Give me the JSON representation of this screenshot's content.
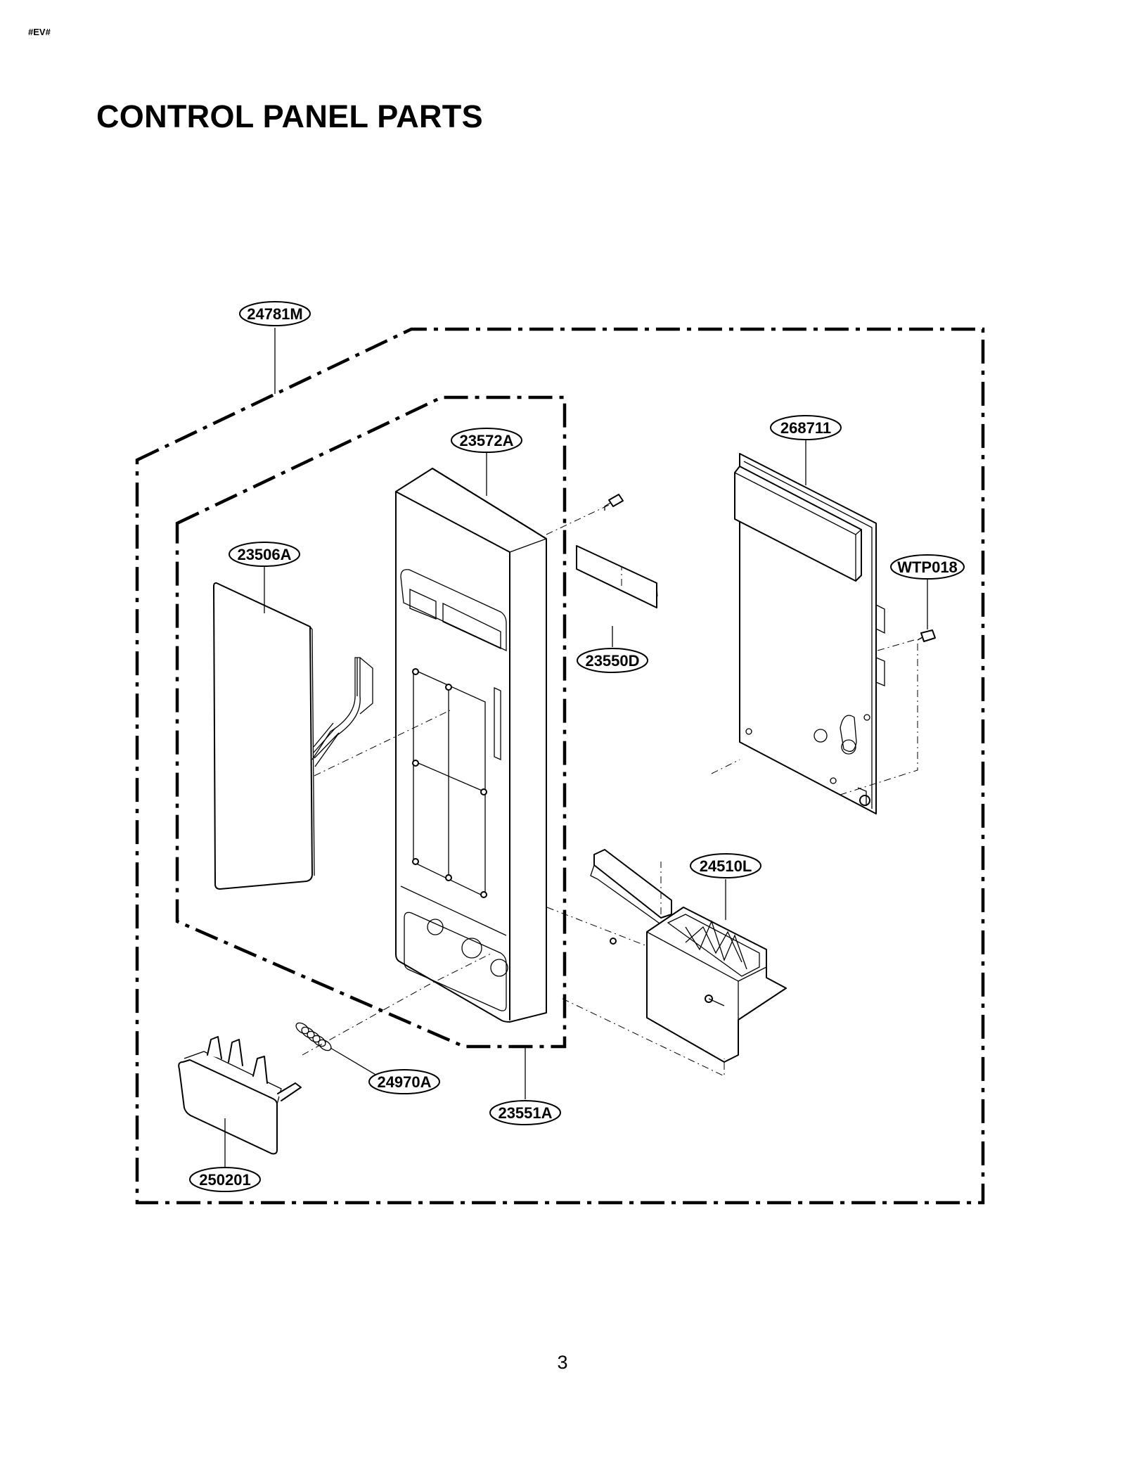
{
  "header": {
    "corner_mark": "#EV#",
    "title": "CONTROL PANEL PARTS"
  },
  "parts": {
    "assembly": "24781M",
    "control_panel_frame": "23572A",
    "membrane_keypad": "23506A",
    "display_window": "23550D",
    "pcb_assembly": "268711",
    "screw": "WTP018",
    "door_latch_lever": "24510L",
    "spring": "24970A",
    "panel_subassembly": "23551A",
    "door_open_button": "250201"
  },
  "footer": {
    "page_number": "3"
  }
}
